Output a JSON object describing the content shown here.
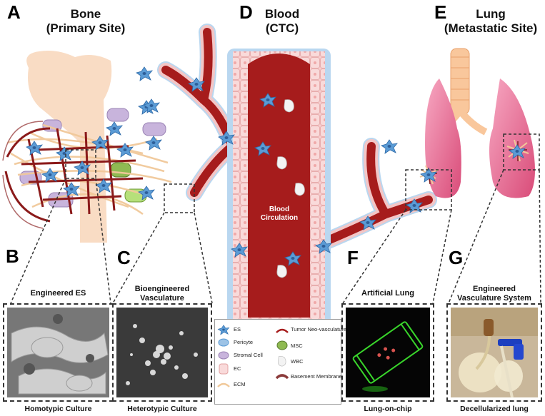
{
  "panels": {
    "A": {
      "letter": "A",
      "title_line1": "Bone",
      "title_line2": "(Primary Site)"
    },
    "D": {
      "letter": "D",
      "title_line1": "Blood",
      "title_line2": "(CTC)"
    },
    "E": {
      "letter": "E",
      "title_line1": "Lung",
      "title_line2": "(Metastatic Site)"
    },
    "B": {
      "letter": "B",
      "title": "Engineered ES",
      "caption": "Homotypic Culture"
    },
    "C": {
      "letter": "C",
      "title_line1": "Bioengineered",
      "title_line2": "Vasculature",
      "caption": "Heterotypic Culture"
    },
    "F": {
      "letter": "F",
      "title": "Artificial Lung",
      "caption": "Lung-on-chip"
    },
    "G": {
      "letter": "G",
      "title_line1": "Engineered",
      "title_line2": "Vasculature System",
      "caption": "Decellularized lung"
    }
  },
  "vessel_label": {
    "line1": "Blood",
    "line2": "Circulation"
  },
  "legend": {
    "col1": [
      "ES",
      "Pericyte",
      "Stromal Cell",
      "EC",
      "ECM"
    ],
    "col2": [
      "Tumor Neo-vasculature",
      "MSC",
      "WBC",
      "Basement Membrane"
    ]
  },
  "colors": {
    "es_cell": "#5b9bd5",
    "vessel": "#a61c1c",
    "endothelium": "#f5c6c6",
    "membrane": "#9dc3e6",
    "bone": "#f9dcc4",
    "lung": "#e46a8d"
  }
}
